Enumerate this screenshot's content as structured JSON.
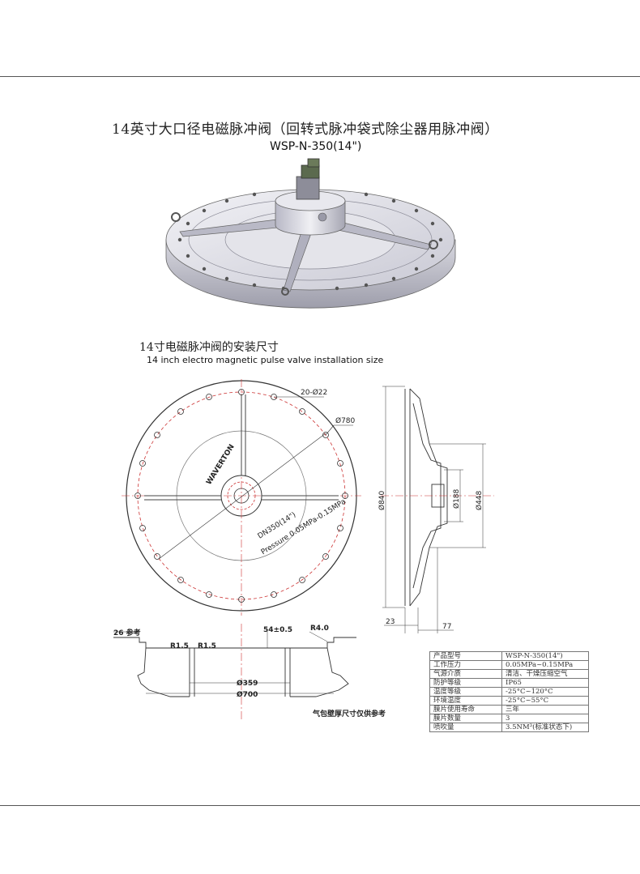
{
  "header": {
    "title_zh": "14英寸大口径电磁脉冲阀（回转式脉冲袋式除尘器用脉冲阀）",
    "model": "WSP-N-350(14\")"
  },
  "section": {
    "title_zh": "14寸电磁脉冲阀的安装尺寸",
    "title_en": "14 inch electro magnetic pulse valve installation size"
  },
  "drawing": {
    "brand": "WAVERTON",
    "holes_label": "20-Ø22",
    "pcd_label": "Ø780",
    "nominal_label": "DN350(14\")",
    "pressure_label": "Pressure 0.05MPa-0.15MPa",
    "outer_dia": "Ø840",
    "dia_188": "Ø188",
    "dia_448": "Ø448",
    "dim_23": "23",
    "dim_77": "77",
    "ref_26": "26 参考",
    "height_54": "54±0.5",
    "r40": "R4.0",
    "r15a": "R1.5",
    "r15b": "R1.5",
    "d359": "Ø359",
    "d700": "Ø700",
    "note": "气包壁厚尺寸仅供参考"
  },
  "spec_table": [
    {
      "k": "产品型号",
      "v": "WSP-N-350(14\")"
    },
    {
      "k": "工作压力",
      "v": "0.05MPa~0.15MPa"
    },
    {
      "k": "气源介质",
      "v": "清洁、干燥压缩空气"
    },
    {
      "k": "防护等级",
      "v": "IP65"
    },
    {
      "k": "温度等级",
      "v": "-25°C~120°C"
    },
    {
      "k": "环境温度",
      "v": "-25°C~55°C"
    },
    {
      "k": "膜片使用寿命",
      "v": "三年"
    },
    {
      "k": "膜片数量",
      "v": "3"
    },
    {
      "k": "喷吹量",
      "v": "3.5NM³(标准状态下)"
    }
  ]
}
